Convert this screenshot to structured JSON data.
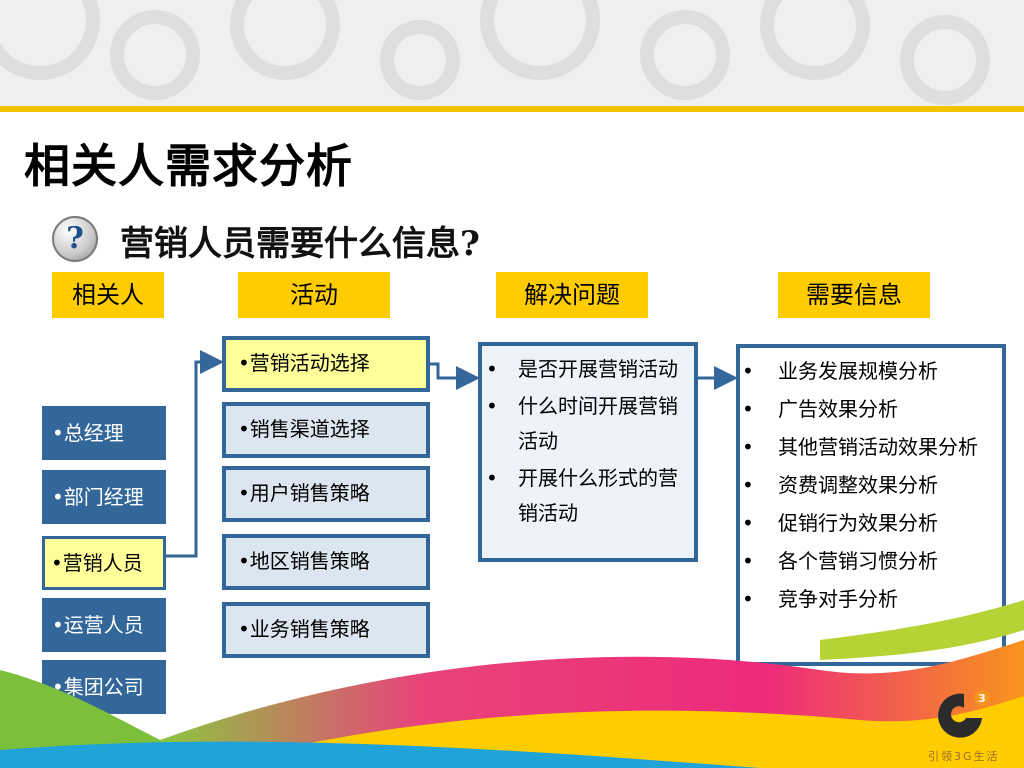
{
  "title": "相关人需求分析",
  "subtitle": "营销人员需要什么信息?",
  "question_icon": {
    "glyph": "?",
    "icon": "question-icon"
  },
  "headers": {
    "stakeholders": "相关人",
    "activities": "活动",
    "issues": "解决问题",
    "info_needed": "需要信息"
  },
  "stakeholders": [
    {
      "label": "•总经理",
      "selected": false
    },
    {
      "label": "•部门经理",
      "selected": false
    },
    {
      "label": "•营销人员",
      "selected": true
    },
    {
      "label": "•运营人员",
      "selected": false
    },
    {
      "label": "•集团公司",
      "selected": false
    }
  ],
  "activities": [
    {
      "label": "•营销活动选择",
      "selected": true
    },
    {
      "label": "•销售渠道选择",
      "selected": false
    },
    {
      "label": "•用户销售策略",
      "selected": false
    },
    {
      "label": "•地区销售策略",
      "selected": false
    },
    {
      "label": "•业务销售策略",
      "selected": false
    }
  ],
  "bullet": "•",
  "issues": [
    "是否开展营销活动",
    "什么时间开展营销活动",
    "开展什么形式的营销活动"
  ],
  "info_needed": [
    "业务发展规模分析",
    "广告效果分析",
    "其他营销活动效果分析",
    "资费调整效果分析",
    "促销行为效果分析",
    "各个营销习惯分析",
    "竞争对手分析"
  ],
  "slogan": "引领3G生活",
  "colors": {
    "accent_yellow": "#ffcc00",
    "box_blue": "#336699",
    "highlight": "#ffff99",
    "activity_fill": "#dce6f1"
  }
}
